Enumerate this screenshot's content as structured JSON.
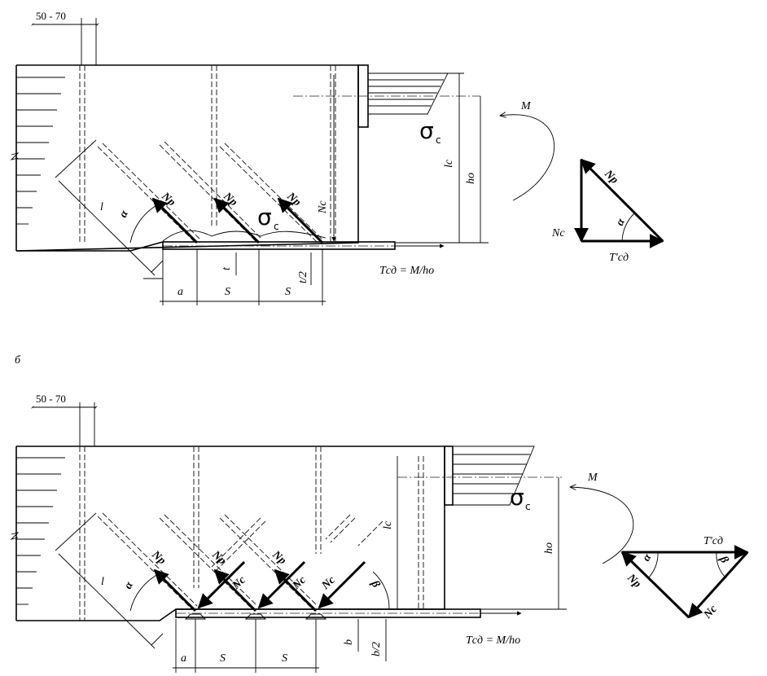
{
  "top": {
    "dim_top": "50 - 70",
    "force_np": "Np",
    "force_nc": "Nc",
    "sigma": "σ",
    "sigma_sub": "c",
    "moment": "M",
    "alpha": "α",
    "l": "l",
    "a": "a",
    "s": "S",
    "t": "t",
    "t_half": "t/2",
    "lc": "lc",
    "h0": "ho",
    "shear_force": "Tсд = M/ho",
    "tri_np": "Np",
    "tri_nc": "Nc",
    "tri_t": "T'сд",
    "tri_alpha": "α"
  },
  "label_b": "б",
  "bottom": {
    "dim_top": "50 - 70",
    "force_np": "Np",
    "force_nc": "Nc",
    "sigma": "σ",
    "sigma_sub": "c",
    "moment": "M",
    "alpha": "α",
    "beta": "β",
    "l": "l",
    "a": "a",
    "s": "S",
    "b": "b",
    "b_half": "b/2",
    "lc": "lc",
    "h0": "ho",
    "shear_force": "Tсд = M/ho",
    "tri_np": "Np",
    "tri_nc": "Nc",
    "tri_t": "T'сд",
    "tri_alpha": "α",
    "tri_beta": "β"
  }
}
